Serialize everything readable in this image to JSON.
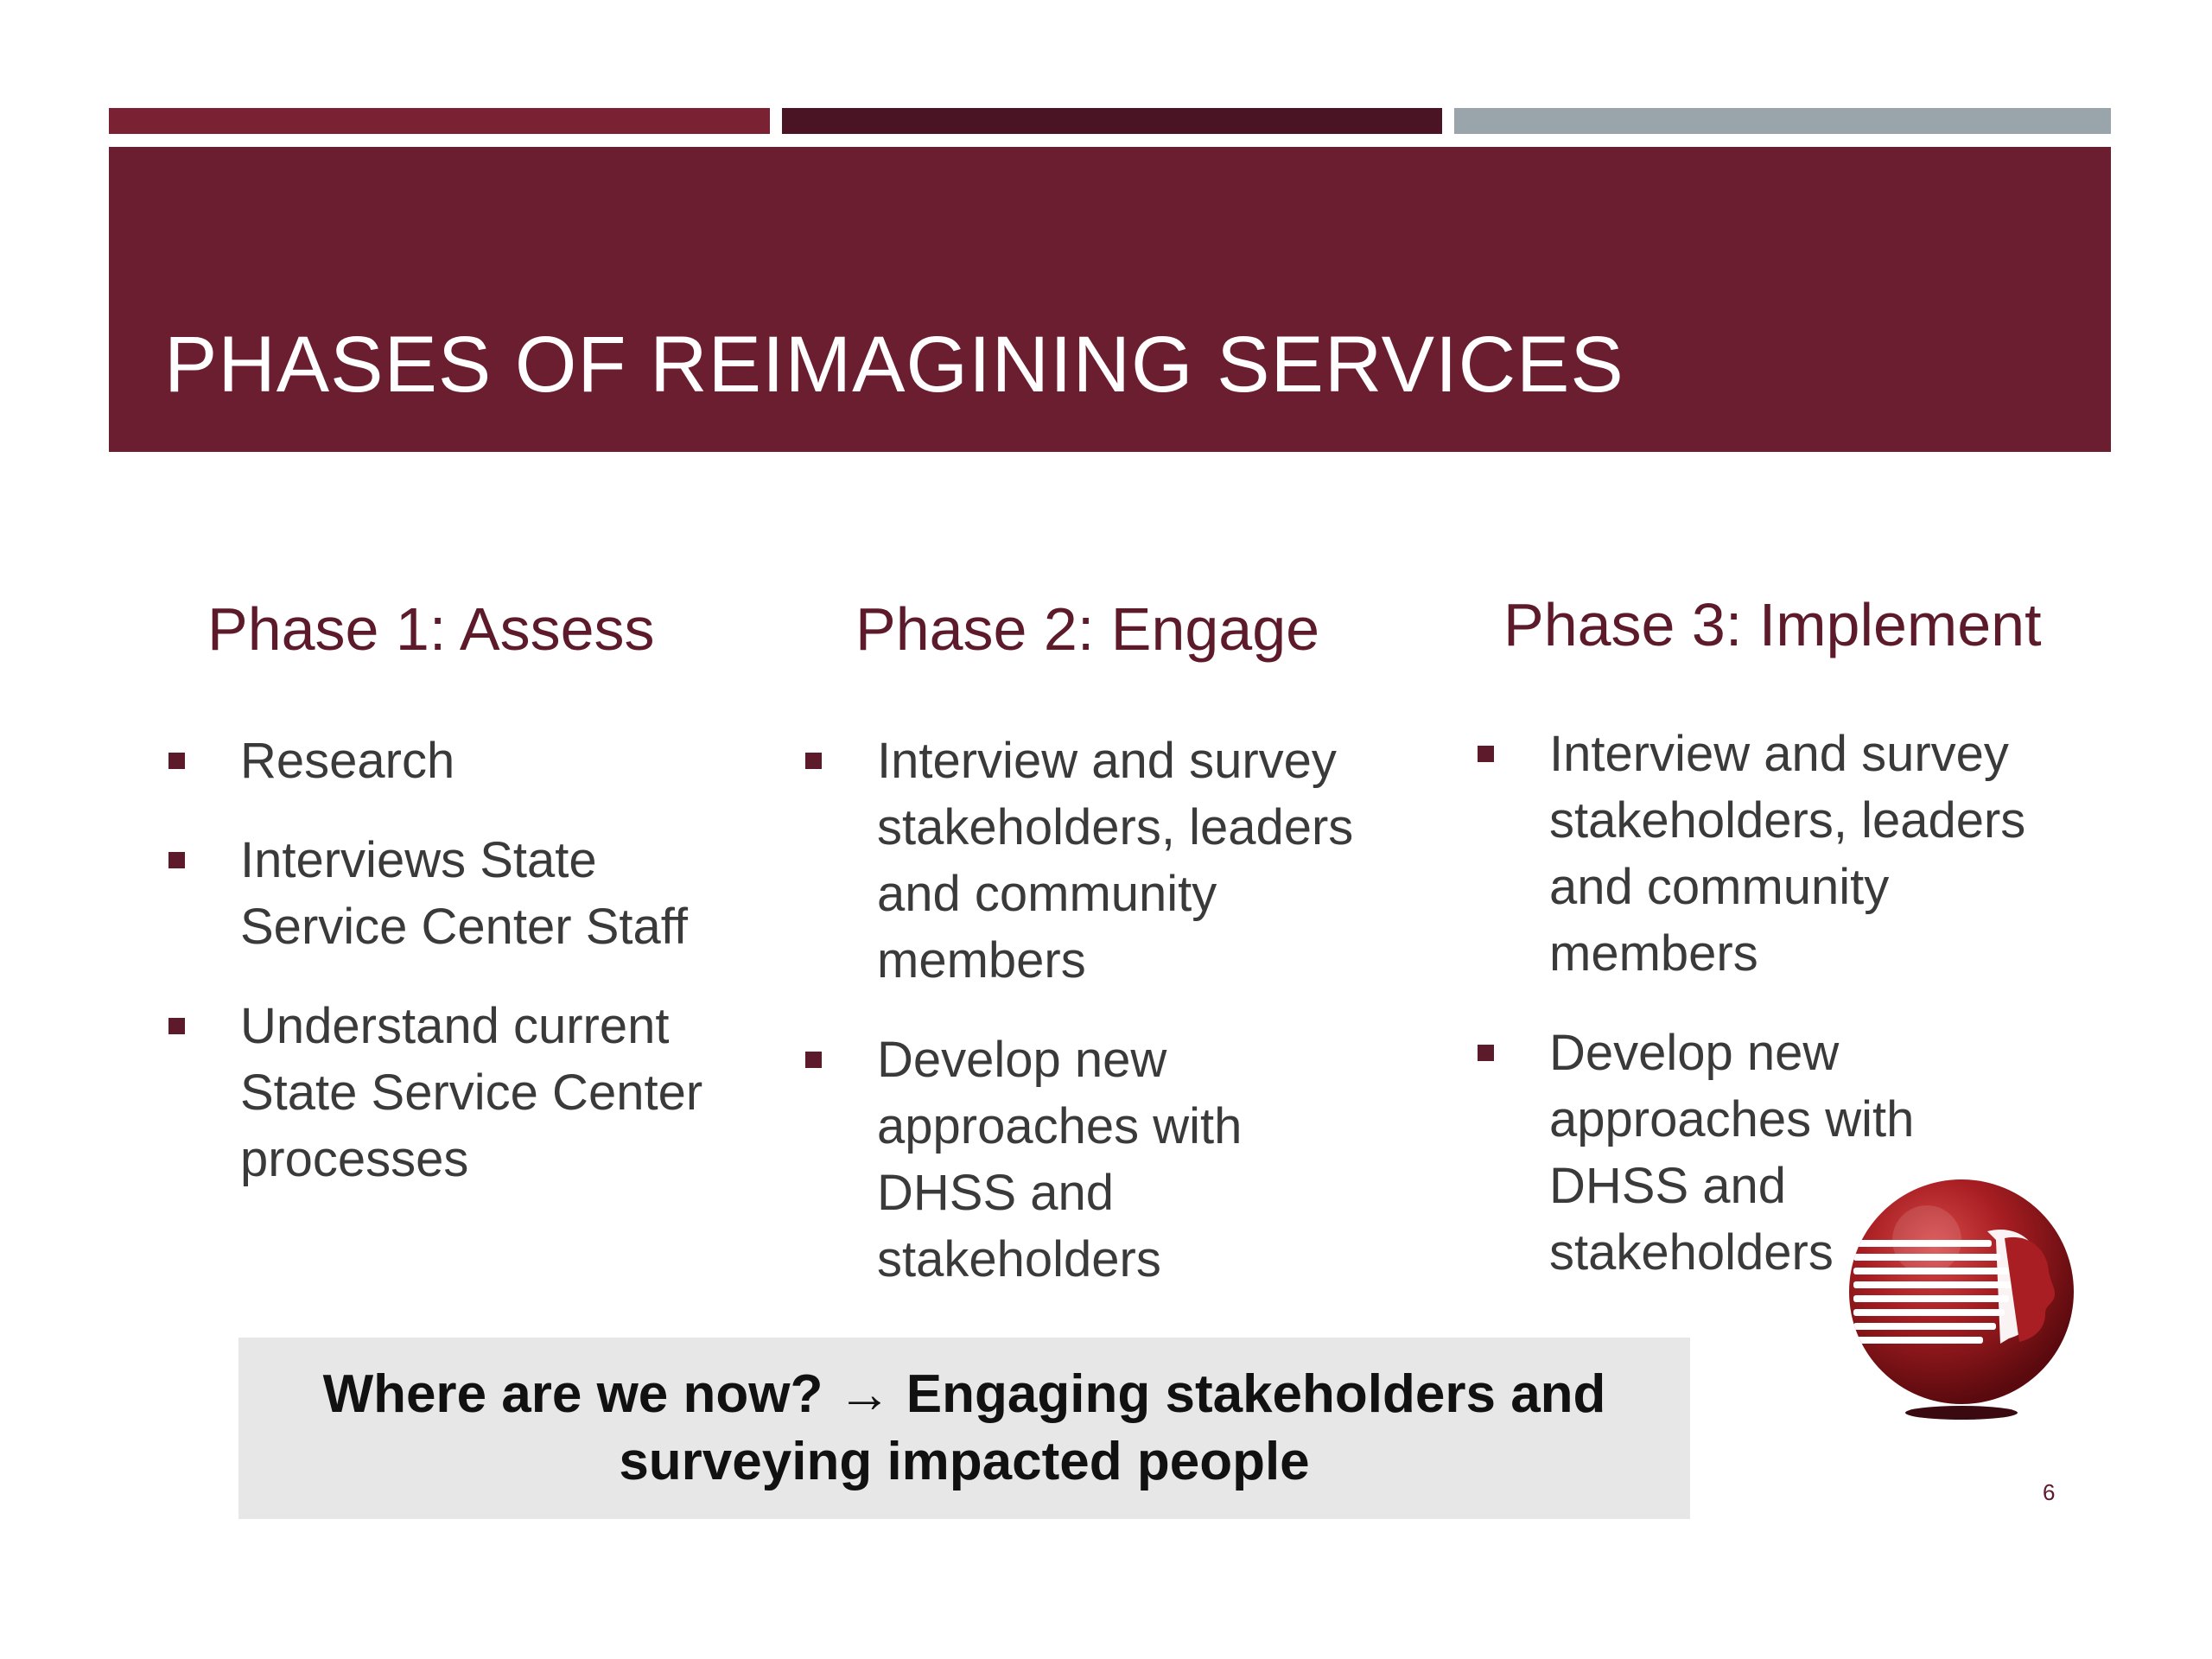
{
  "slide": {
    "title": "PHASES OF REIMAGINING SERVICES",
    "page_number": "6"
  },
  "colors": {
    "accent_left": "#7a2233",
    "accent_middle": "#4a1424",
    "accent_right": "#9aa4ab",
    "banner": "#6b1e2f",
    "heading_text": "#5c1a2b",
    "body_text": "#3a3a3a",
    "status_box": "#e7e7e7"
  },
  "phases": [
    {
      "heading": "Phase 1: Assess",
      "items": [
        "Research",
        "Interviews State Service Center Staff",
        "Understand current State Service Center processes"
      ]
    },
    {
      "heading": "Phase 2: Engage",
      "items": [
        "Interview and survey stakeholders, leaders and community members",
        "Develop new approaches with DHSS and stakeholders"
      ]
    },
    {
      "heading": "Phase 3: Implement",
      "items": [
        "Interview and survey stakeholders, leaders and community members",
        "Develop new approaches with DHSS and stakeholders"
      ]
    }
  ],
  "status": {
    "text": "Where are we now? → Engaging stakeholders and surveying impacted people"
  },
  "icons": {
    "logo": "red-sphere-people-profiles-logo",
    "bullet": "square-bullet"
  }
}
